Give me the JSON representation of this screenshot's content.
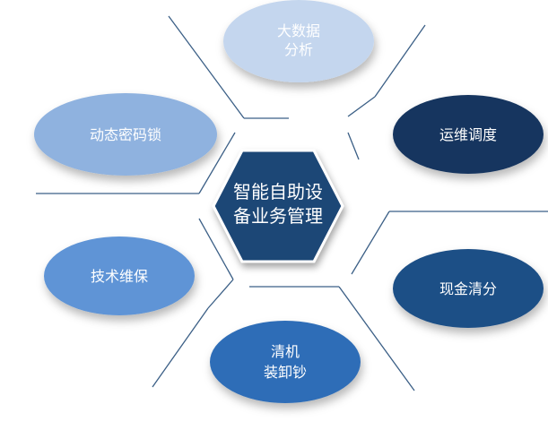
{
  "center": {
    "lines": [
      "智能自助设",
      "备业务管理"
    ]
  },
  "nodes": [
    {
      "id": "big-data-analysis",
      "lines": [
        "大数据",
        "分析"
      ],
      "color": "#c4d6ee"
    },
    {
      "id": "dynamic-password-lock",
      "lines": [
        "动态密码锁"
      ],
      "color": "#8fb2df"
    },
    {
      "id": "operations-scheduling",
      "lines": [
        "运维调度"
      ],
      "color": "#18365f"
    },
    {
      "id": "technical-maintenance",
      "lines": [
        "技术维保"
      ],
      "color": "#5f94d6"
    },
    {
      "id": "cash-sorting",
      "lines": [
        "现金清分"
      ],
      "color": "#1f4f86"
    },
    {
      "id": "clean-machine-load-unload-cash",
      "lines": [
        "清机",
        "装卸钞"
      ],
      "color": "#2e6db7"
    }
  ],
  "colors": {
    "hexagon": "#1f4676",
    "hexagon_border": "#ffffff",
    "line": "#3b5f86"
  }
}
